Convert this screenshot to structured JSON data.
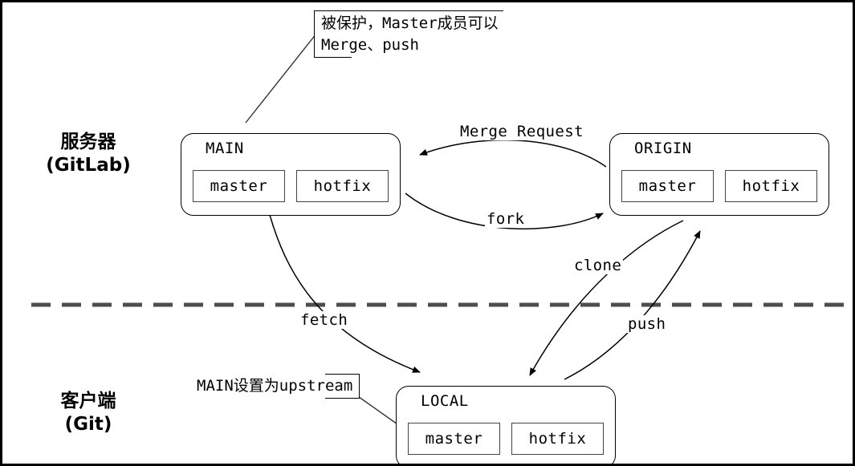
{
  "diagram": {
    "title": "Git / GitLab workflow diagram",
    "zones": [
      {
        "id": "server",
        "line1": "服务器",
        "line2": "(GitLab)"
      },
      {
        "id": "client",
        "line1": "客户端",
        "line2": "(Git)"
      }
    ],
    "separator": {
      "style": "dashed",
      "color": "#4d4d4d"
    },
    "repos": [
      {
        "id": "main",
        "title": "MAIN",
        "branches": [
          "master",
          "hotfix"
        ]
      },
      {
        "id": "origin",
        "title": "ORIGIN",
        "branches": [
          "master",
          "hotfix"
        ]
      },
      {
        "id": "local",
        "title": "LOCAL",
        "branches": [
          "master",
          "hotfix"
        ]
      }
    ],
    "edges": [
      {
        "id": "merge-request",
        "label": "Merge Request",
        "from": "origin",
        "to": "main"
      },
      {
        "id": "fork",
        "label": "fork",
        "from": "main",
        "to": "origin"
      },
      {
        "id": "fetch",
        "label": "fetch",
        "from": "main",
        "to": "local"
      },
      {
        "id": "clone",
        "label": "clone",
        "from": "origin",
        "to": "local"
      },
      {
        "id": "push",
        "label": "push",
        "from": "local",
        "to": "origin"
      }
    ],
    "notes": [
      {
        "id": "protected",
        "line1": "被保护，Master成员可以",
        "line2": "Merge、push",
        "points_to": "main"
      },
      {
        "id": "upstream",
        "line1": "MAIN设置为upstream",
        "points_to": "local"
      }
    ],
    "colors": {
      "stroke": "#000000",
      "separator": "#4d4d4d",
      "background": "#ffffff"
    }
  }
}
